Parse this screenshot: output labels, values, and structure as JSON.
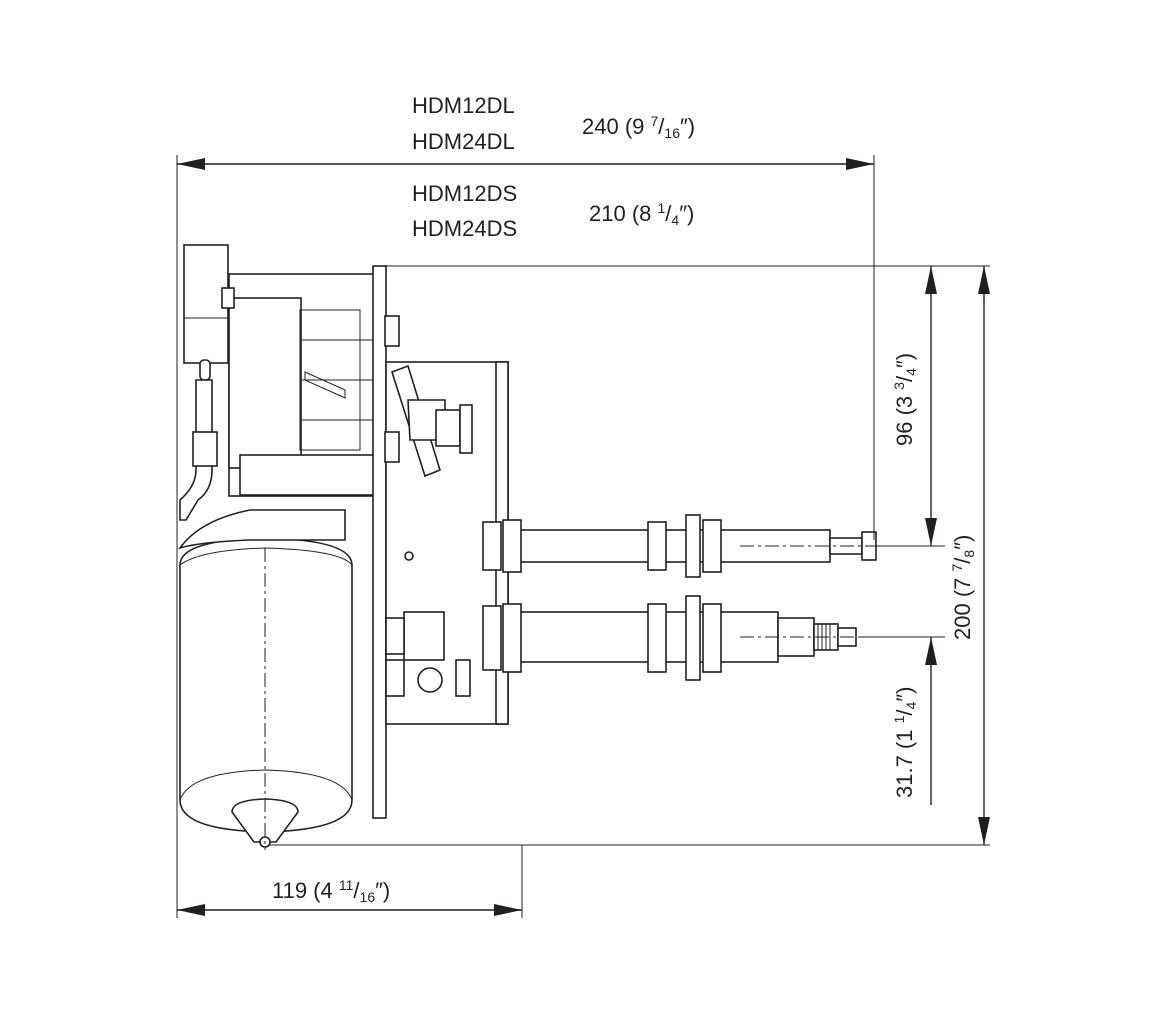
{
  "models": {
    "long": [
      "HDM12DL",
      "HDM24DL"
    ],
    "short": [
      "HDM12DS",
      "HDM24DS"
    ]
  },
  "dimensions": {
    "length_long": {
      "main": "240 (9 ",
      "num": "7",
      "slash": "/",
      "den": "16",
      "tail": "″)"
    },
    "length_short": {
      "main": "210 (8 ",
      "num": "1",
      "slash": "/",
      "den": "4",
      "tail": "″)"
    },
    "width": {
      "main": "119 (4 ",
      "num": "11",
      "slash": "/",
      "den": "16",
      "tail": "″)"
    },
    "upper_height": {
      "main": "96 (3 ",
      "num": "3",
      "slash": "/",
      "den": "4",
      "tail": "″)"
    },
    "total_height": {
      "main": "200 (7 ",
      "num": "7",
      "slash": "/",
      "den": "8",
      "tail": "″)"
    },
    "lower_offset": {
      "main": "31.7 (1 ",
      "num": "1",
      "slash": "/",
      "den": "4",
      "tail": "″)"
    }
  },
  "colors": {
    "line": "#231f20",
    "background": "#ffffff"
  }
}
